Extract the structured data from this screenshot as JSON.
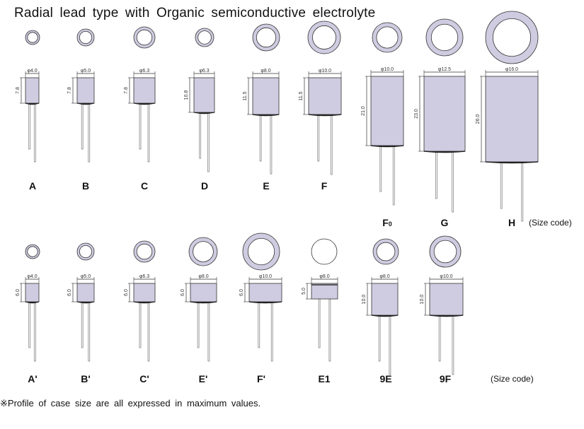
{
  "title": "Radial lead type with Organic semiconductive electrolyte",
  "footnote": "※Profile of case size are all expressed in maximum values.",
  "size_code_label": "(Size code)",
  "colors": {
    "body_fill": "#cfcbe0",
    "outline": "#333333",
    "lead": "#777777"
  },
  "rows": [
    {
      "components": [
        {
          "code": "A",
          "diameter": "φ4.0",
          "height": "7.8",
          "ring": true
        },
        {
          "code": "B",
          "diameter": "φ5.0",
          "height": "7.8",
          "ring": true
        },
        {
          "code": "C",
          "diameter": "φ6.3",
          "height": "7.8",
          "ring": true
        },
        {
          "code": "D",
          "diameter": "φ6.3",
          "height": "10.8",
          "ring": true
        },
        {
          "code": "E",
          "diameter": "φ8.0",
          "height": "11.5",
          "ring": true
        },
        {
          "code": "F",
          "diameter": "φ10.0",
          "height": "11.5",
          "ring": true
        },
        {
          "code": "F0",
          "diameter": "φ10.0",
          "height": "21.0",
          "ring": true
        },
        {
          "code": "G",
          "diameter": "φ12.5",
          "height": "23.0",
          "ring": true
        },
        {
          "code": "H",
          "diameter": "φ16.0",
          "height": "26.0",
          "ring": true
        }
      ]
    },
    {
      "components": [
        {
          "code": "A'",
          "diameter": "φ4.0",
          "height": "6.0",
          "ring": true
        },
        {
          "code": "B'",
          "diameter": "φ5.0",
          "height": "6.0",
          "ring": true
        },
        {
          "code": "C'",
          "diameter": "φ6.3",
          "height": "6.0",
          "ring": true
        },
        {
          "code": "E'",
          "diameter": "φ8.0",
          "height": "6.0",
          "ring": true
        },
        {
          "code": "F'",
          "diameter": "φ10.0",
          "height": "6.0",
          "ring": true
        },
        {
          "code": "E1",
          "diameter": "φ8.0",
          "height": "5.0",
          "ring": false
        },
        {
          "code": "9E",
          "diameter": "φ8.0",
          "height": "10.0",
          "ring": true
        },
        {
          "code": "9F",
          "diameter": "φ10.0",
          "height": "10.0",
          "ring": true
        }
      ]
    }
  ]
}
